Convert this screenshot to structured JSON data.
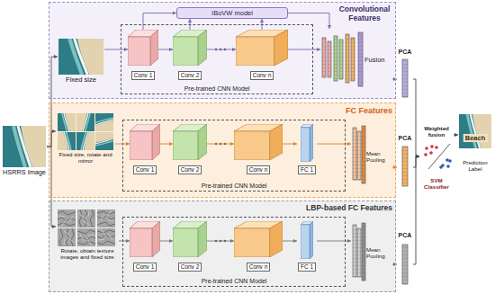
{
  "diagram": {
    "nodes": [
      {
        "text": [
          "HSRRS Image"
        ]
      },
      {
        "text": [
          "Convolutional Features"
        ]
      },
      {
        "text": [
          "Fixed size"
        ],
        "in": 1
      },
      {
        "text": [
          "IBoVW model"
        ],
        "in": 1
      },
      {
        "text": [
          "Pre-trained CNN Model"
        ],
        "in": 1
      },
      {
        "text": [
          "Conv 1"
        ],
        "in": 4
      },
      {
        "text": [
          "Conv 2"
        ],
        "in": 4
      },
      {
        "text": [
          "Conv n"
        ],
        "in": 4
      },
      {
        "text": [
          "Fusion"
        ],
        "in": 1
      },
      {
        "text": [
          "PCA"
        ]
      },
      {
        "text": [
          "FC Features"
        ]
      },
      {
        "text": [
          "Fixed size, rotate and mirror"
        ],
        "in": 10
      },
      {
        "text": [
          "Pre-trained CNN Model"
        ],
        "in": 10
      },
      {
        "text": [
          "Conv 1"
        ],
        "in": 12
      },
      {
        "text": [
          "Conv 2"
        ],
        "in": 12
      },
      {
        "text": [
          "Conv n"
        ],
        "in": 12
      },
      {
        "text": [
          "FC 1"
        ],
        "in": 12
      },
      {
        "text": [
          "Mean Pooling"
        ],
        "in": 10
      },
      {
        "text": [
          "PCA"
        ]
      },
      {
        "text": [
          "LBP-based FC Features"
        ]
      },
      {
        "text": [
          "Rotate, obtain texture images and fixed size"
        ],
        "in": 19
      },
      {
        "text": [
          "Pre-trained CNN Model"
        ],
        "in": 19
      },
      {
        "text": [
          "Conv 1"
        ],
        "in": 21
      },
      {
        "text": [
          "Conv 2"
        ],
        "in": 21
      },
      {
        "text": [
          "Conv n"
        ],
        "in": 21
      },
      {
        "text": [
          "FC 1"
        ],
        "in": 21
      },
      {
        "text": [
          "Mean Pooling"
        ],
        "in": 19
      },
      {
        "text": [
          "PCA"
        ]
      },
      {
        "text": [
          "Weighted fusion",
          "SVM Classifier"
        ]
      },
      {
        "text": [
          "Beach",
          "Prediction Label"
        ]
      }
    ],
    "edges": [
      {
        "from": 0,
        "to": 2,
        "arrow": "to"
      },
      {
        "from": 0,
        "to": 11,
        "arrow": "to"
      },
      {
        "from": 0,
        "to": 20,
        "arrow": "to"
      },
      {
        "from": 2,
        "to": 5,
        "arrow": "to"
      },
      {
        "from": 5,
        "to": 6,
        "arrow": "to"
      },
      {
        "from": 6,
        "to": 7,
        "arrow": "to"
      },
      {
        "from": 5,
        "to": 3,
        "arrow": "to"
      },
      {
        "from": 6,
        "to": 3,
        "arrow": "to"
      },
      {
        "from": 7,
        "to": 3,
        "arrow": "to"
      },
      {
        "from": 3,
        "to": 8,
        "arrow": "to"
      },
      {
        "from": 7,
        "to": 8,
        "arrow": "to"
      },
      {
        "from": 8,
        "to": 9,
        "arrow": "to"
      },
      {
        "from": 11,
        "to": 13,
        "arrow": "to"
      },
      {
        "from": 13,
        "to": 14,
        "arrow": "to"
      },
      {
        "from": 14,
        "to": 15,
        "arrow": "to"
      },
      {
        "from": 15,
        "to": 16,
        "arrow": "to"
      },
      {
        "from": 16,
        "to": 17,
        "arrow": "to"
      },
      {
        "from": 17,
        "to": 18,
        "arrow": "to"
      },
      {
        "from": 20,
        "to": 22,
        "arrow": "to"
      },
      {
        "from": 22,
        "to": 23,
        "arrow": "to"
      },
      {
        "from": 23,
        "to": 24,
        "arrow": "to"
      },
      {
        "from": 24,
        "to": 25,
        "arrow": "to"
      },
      {
        "from": 25,
        "to": 26,
        "arrow": "to"
      },
      {
        "from": 26,
        "to": 27,
        "arrow": "to"
      },
      {
        "from": 9,
        "to": 28,
        "arrow": "to"
      },
      {
        "from": 18,
        "to": 28,
        "arrow": "to"
      },
      {
        "from": 27,
        "to": 28,
        "arrow": "to"
      },
      {
        "from": 28,
        "to": 29,
        "arrow": "to"
      }
    ]
  }
}
